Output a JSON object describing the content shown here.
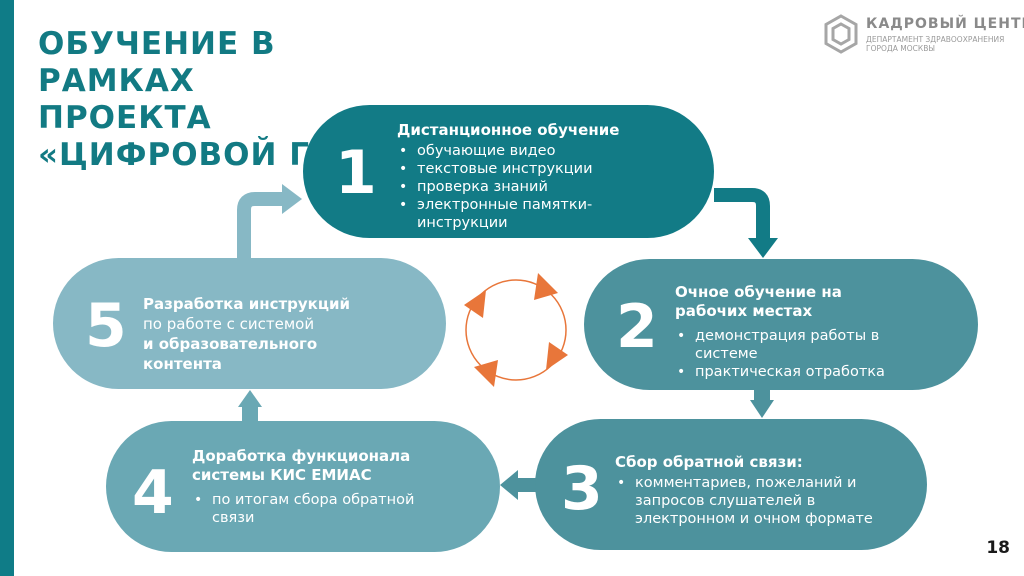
{
  "title": "ОБУЧЕНИЕ В РАМКАХ ПРОЕКТА «ЦИФРОВОЙ ГОС",
  "logo": {
    "name": "КАДРОВЫЙ ЦЕНТР",
    "subtitle_line1": "Департамент здравоохранения",
    "subtitle_line2": "города Москвы"
  },
  "colors": {
    "accent": "#127a83",
    "step1": "#127b86",
    "step2": "#4d929d",
    "step3": "#4d929d",
    "step4": "#6aa8b4",
    "step5": "#87b8c5",
    "cycle_arrows": "#e8763a"
  },
  "steps": [
    {
      "number": "1",
      "heading": "Дистанционное обучение",
      "bullets": [
        "обучающие видео",
        "текстовые инструкции",
        "проверка знаний",
        "электронные памятки-инструкции"
      ]
    },
    {
      "number": "2",
      "heading": "Очное обучение на рабочих местах",
      "bullets": [
        "демонстрация работы в системе",
        "практическая отработка"
      ]
    },
    {
      "number": "3",
      "heading": "Сбор обратной связи:",
      "bullets": [
        "комментариев, пожеланий  и запросов слушателей в электронном и очном формате"
      ]
    },
    {
      "number": "4",
      "heading": "Доработка функционала  системы КИС ЕМИАС",
      "bullets": [
        "по итогам сбора обратной связи"
      ]
    },
    {
      "number": "5",
      "line1": "Разработка инструкций",
      "line2": "по работе с системой",
      "line3": "и образовательного контента"
    }
  ],
  "page_number": "18"
}
